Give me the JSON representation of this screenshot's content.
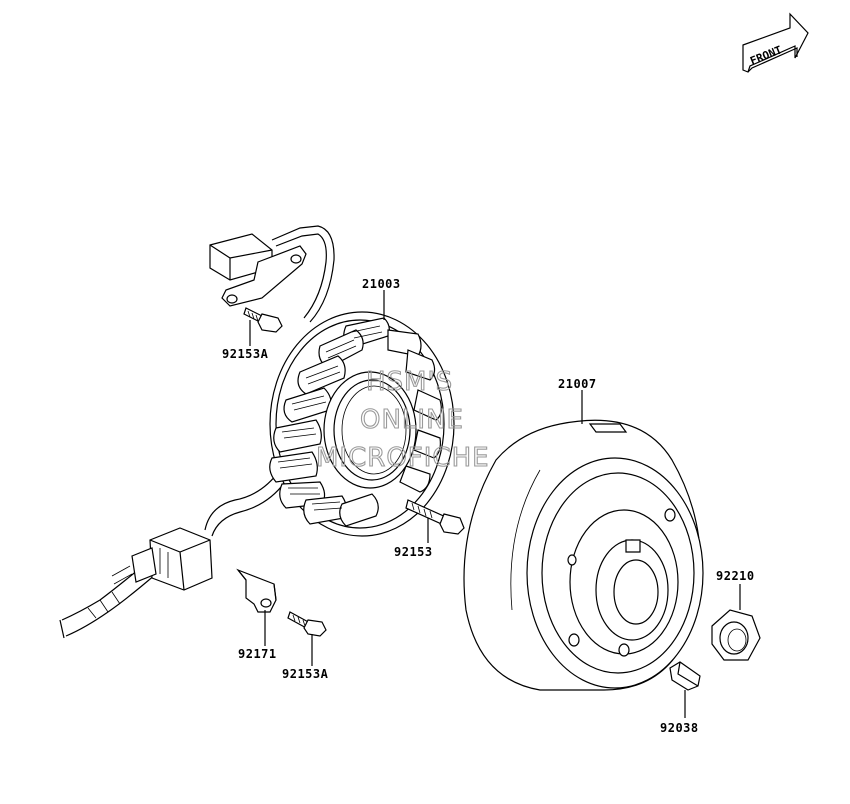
{
  "front_badge": "FRONT",
  "watermark": [
    "HSM'S",
    "ONLINE",
    "MICROFICHE"
  ],
  "parts": {
    "stator": "21003",
    "flywheel": "21007",
    "bolt_upper": "92153A",
    "bolt_stator": "92153",
    "bracket": "92171",
    "bolt_lower": "92153A",
    "nut": "92210",
    "key": "92038"
  },
  "colors": {
    "line": "#000000",
    "background": "#ffffff",
    "watermark": "#9a9a9a"
  }
}
